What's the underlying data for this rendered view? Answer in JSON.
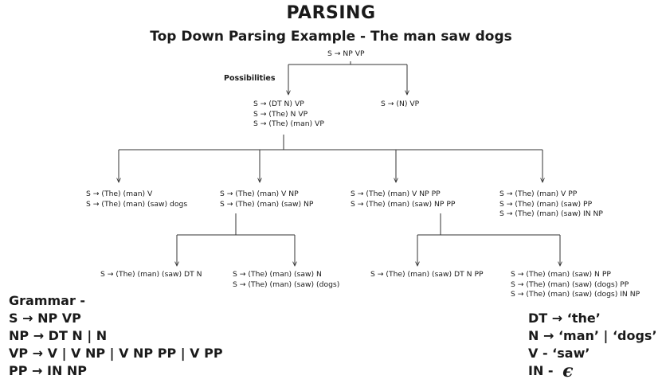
{
  "title": "PARSING",
  "subtitle": "Top Down Parsing Example - The man saw dogs",
  "possibilities_label": "Possibilities",
  "tree": {
    "root": [
      "S → NP  VP"
    ],
    "level1": {
      "left": [
        "S → (DT N) VP",
        "S → (The) N VP",
        "S → (The) (man) VP"
      ],
      "right": [
        "S → (N) VP"
      ]
    },
    "level2": {
      "a": [
        "S → (The) (man) V",
        "S → (The) (man) (saw) dogs"
      ],
      "b": [
        "S → (The) (man) V NP",
        "S → (The) (man) (saw) NP"
      ],
      "c": [
        "S → (The) (man) V NP PP",
        "S → (The) (man) (saw) NP PP"
      ],
      "d": [
        "S → (The) (man) V PP",
        "S → (The) (man) (saw) PP",
        "S → (The) (man) (saw) IN NP"
      ]
    },
    "level3": {
      "b1": [
        "S → (The) (man) (saw) DT N"
      ],
      "b2": [
        "S → (The) (man) (saw) N",
        "S → (The) (man) (saw) (dogs)"
      ],
      "c1": [
        "S → (The) (man) (saw) DT N PP"
      ],
      "c2": [
        "S → (The) (man) (saw) N PP",
        "S → (The) (man) (saw) (dogs) PP",
        "S → (The) (man) (saw) (dogs) IN NP"
      ]
    }
  },
  "grammar": {
    "heading": "Grammar -",
    "rules": [
      "S → NP VP",
      "NP → DT N | N",
      "VP → V | V NP | V NP PP | V PP",
      "PP → IN NP"
    ],
    "lexicon": [
      "DT → ‘the’",
      "N → ‘man’ | ‘dogs’",
      "V - ‘saw’",
      "IN - "
    ],
    "epsilon": "ϵ"
  }
}
